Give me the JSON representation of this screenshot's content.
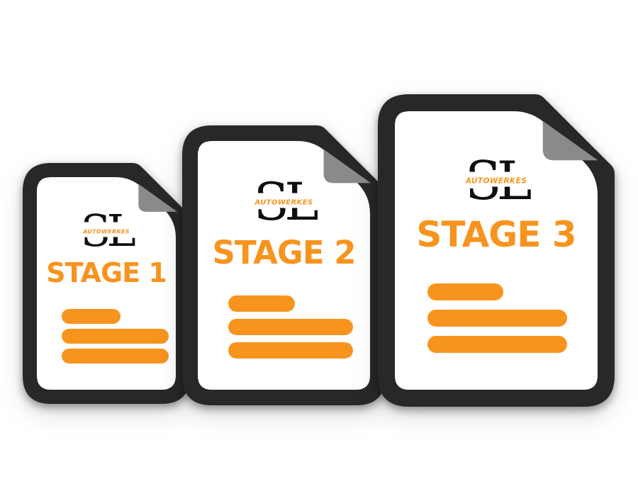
{
  "brand": {
    "monogram": "SL",
    "wordmark": "AUTOWERKES"
  },
  "colors": {
    "accent_orange": "#F7941E",
    "outline_dark": "#282828",
    "fold_gray": "#8A8A8A",
    "paper_white": "#FFFFFF",
    "monogram_black": "#0F0F0F",
    "background": "#FFFFFF"
  },
  "documents": [
    {
      "id": "stage-1",
      "title": "STAGE 1",
      "text_placeholder_lines": 3
    },
    {
      "id": "stage-2",
      "title": "STAGE 2",
      "text_placeholder_lines": 3
    },
    {
      "id": "stage-3",
      "title": "STAGE 3",
      "text_placeholder_lines": 3
    }
  ]
}
